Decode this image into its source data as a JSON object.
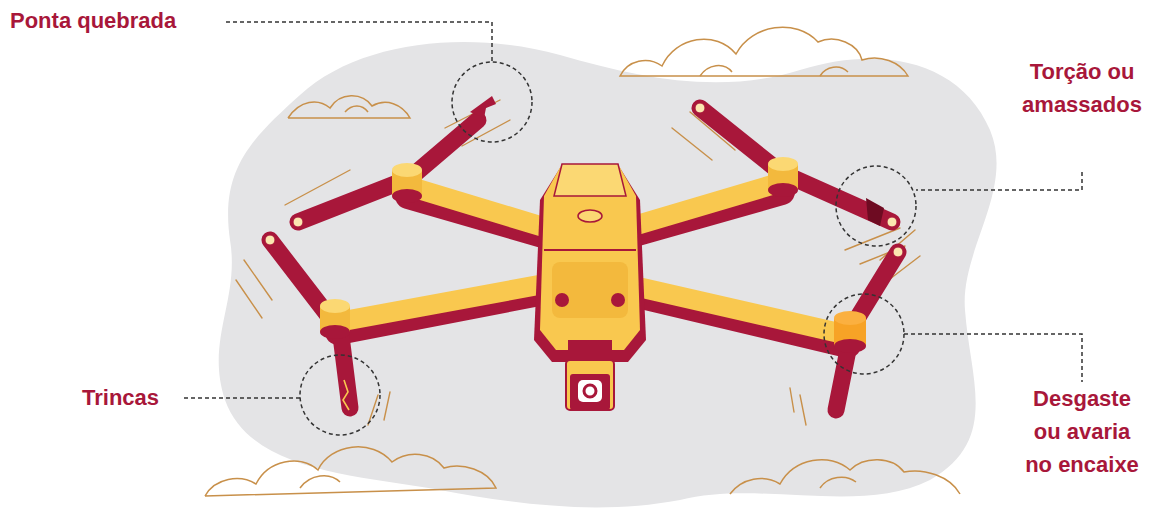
{
  "diagram": {
    "labels": [
      "Ponta quebrada",
      "Torção ou amassados",
      "Trincas",
      "Desgaste ou avaria no encaixe"
    ]
  }
}
